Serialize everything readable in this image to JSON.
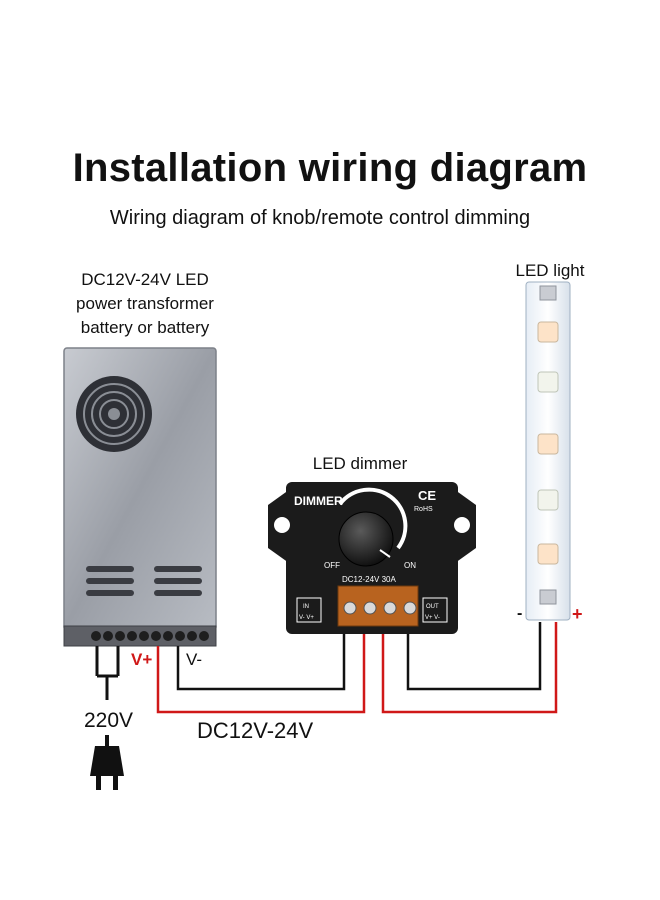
{
  "title": "Installation wiring diagram",
  "subtitle": "Wiring diagram of knob/remote control dimming",
  "power_supply": {
    "label_lines": [
      "DC12V-24V LED",
      "power transformer",
      "battery or battery"
    ]
  },
  "dimmer": {
    "label": "LED dimmer",
    "brand_text": "DIMMER",
    "ce_mark": "CE",
    "rohs_mark": "RoHS",
    "off_label": "OFF",
    "on_label": "ON",
    "rating": "DC12-24V  30A",
    "in_label": "IN",
    "in_pins": "V- V+",
    "out_label": "OUT",
    "out_pins": "V+ V-"
  },
  "led_strip": {
    "label": "LED light",
    "minus": "-",
    "plus": "+"
  },
  "wiring": {
    "v_plus": "V+",
    "v_minus": "V-",
    "mains": "220V",
    "dc_range": "DC12V-24V"
  },
  "colors": {
    "positive_wire": "#d01818",
    "negative_wire": "#111111",
    "dimmer_body": "#1b1b1b"
  }
}
